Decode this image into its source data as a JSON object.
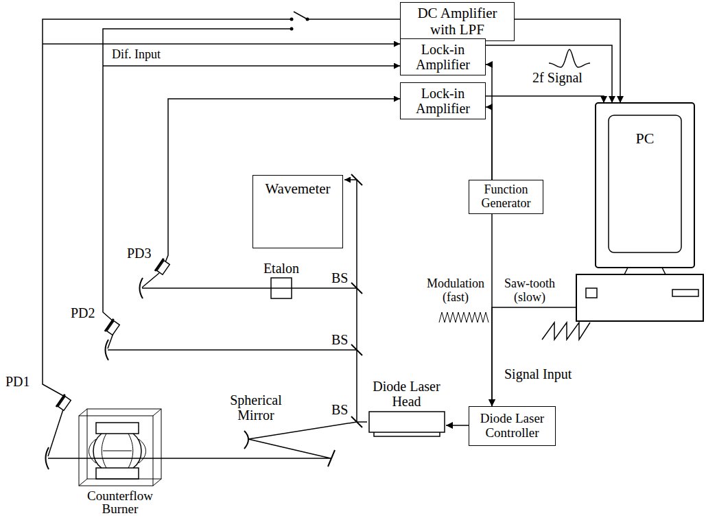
{
  "diagram": {
    "nodes": [
      {
        "text": [
          "DC Amplifier with LPF"
        ]
      },
      {
        "text": [
          "Lock-in Amplifier"
        ]
      },
      {
        "text": [
          "Lock-in Amplifier"
        ]
      },
      {
        "text": [
          "Wavemeter"
        ]
      },
      {
        "text": [
          "Function Generator"
        ]
      },
      {
        "text": [
          "PC"
        ]
      },
      {
        "text": [
          "Diode Laser Head"
        ]
      },
      {
        "text": [
          "Diode Laser Controller"
        ]
      }
    ],
    "edges": [
      {
        "from": 0,
        "to": 5,
        "arrow": "to"
      },
      {
        "from": 1,
        "to": 5,
        "arrow": "to"
      },
      {
        "from": 2,
        "to": 5,
        "arrow": "to"
      },
      {
        "from": 4,
        "to": 1,
        "arrow": "to"
      },
      {
        "from": 4,
        "to": 2,
        "arrow": "to"
      },
      {
        "from": 4,
        "to": 7,
        "arrow": "to"
      },
      {
        "from": 5,
        "to": 7,
        "arrow": "to"
      },
      {
        "from": 7,
        "to": 6,
        "arrow": "to"
      }
    ],
    "labels": [
      "2f Signal",
      "Dif. Input",
      "Modulation (fast)",
      "Saw-tooth (slow)",
      "Signal Input",
      "PD1",
      "PD2",
      "PD3",
      "BS",
      "BS",
      "BS",
      "Etalon",
      "Spherical Mirror",
      "Counterflow Burner"
    ]
  }
}
